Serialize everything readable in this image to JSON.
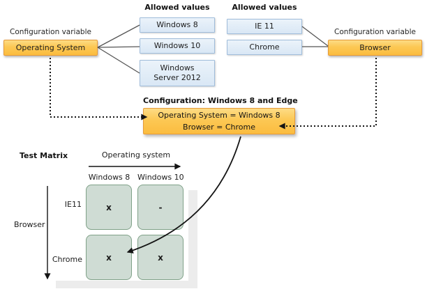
{
  "colors": {
    "variable_box_fill": "#FBC34C",
    "variable_box_border": "#E69A38",
    "value_box_fill": "#DCE9F5",
    "value_box_border": "#9FBCDA",
    "matrix_cell_fill": "#CFDCD4",
    "matrix_cell_border": "#7FA188",
    "shadow_gray": "#ECECEC"
  },
  "os_variable": {
    "caption": "Configuration variable",
    "name": "Operating System",
    "allowed_values_header": "Allowed values",
    "values": [
      "Windows 8",
      "Windows 10",
      "Windows Server 2012"
    ]
  },
  "browser_variable": {
    "caption": "Configuration variable",
    "name": "Browser",
    "allowed_values_header": "Allowed values",
    "values": [
      "IE 11",
      "Chrome"
    ]
  },
  "configuration": {
    "title": "Configuration: Windows 8 and Edge",
    "assignments": [
      "Operating System = Windows 8",
      "Browser = Chrome"
    ]
  },
  "test_matrix": {
    "title": "Test Matrix",
    "x_axis_label": "Operating system",
    "y_axis_label": "Browser",
    "column_headers": [
      "Windows 8",
      "Windows 10"
    ],
    "row_headers": [
      "IE11",
      "Chrome"
    ],
    "cells": [
      [
        "x",
        "-"
      ],
      [
        "x",
        "x"
      ]
    ]
  }
}
